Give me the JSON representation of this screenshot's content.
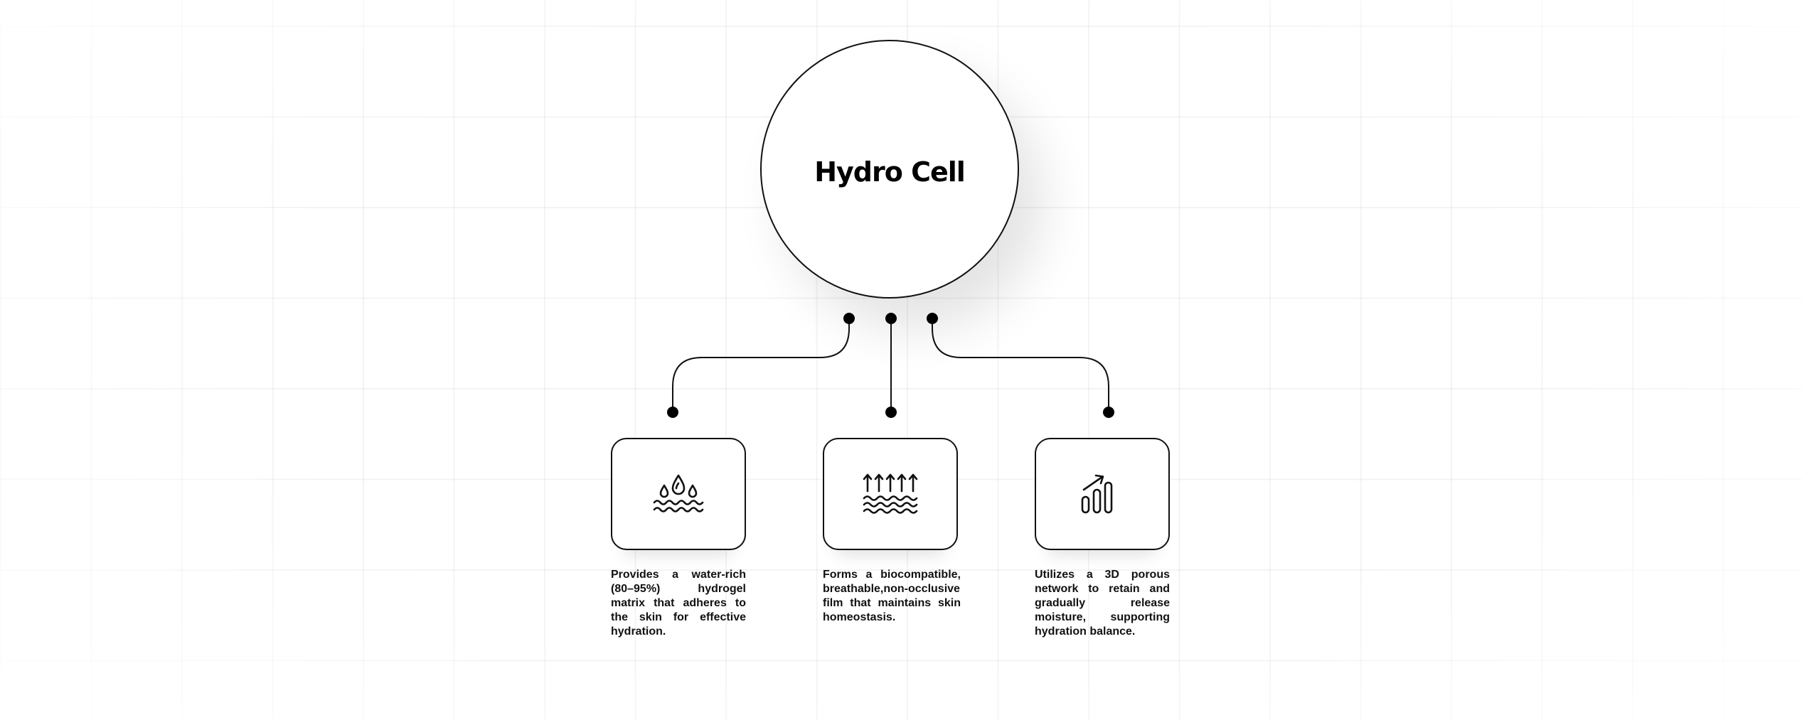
{
  "title": "Hydro Cell",
  "features": [
    {
      "icon": "water-drops-icon",
      "text": "Provides a water-rich (80–95%) hydrogel matrix that adheres to the skin for effective hydration."
    },
    {
      "icon": "evaporation-arrows-icon",
      "text": "Forms a biocompatible, breathable,non-occlusive film that maintains skin homeostasis."
    },
    {
      "icon": "growth-bars-icon",
      "text": "Utilizes a 3D porous network to retain and gradually release moisture, supporting hydration balance."
    }
  ],
  "colors": {
    "line": "#111111",
    "background": "#ffffff"
  }
}
